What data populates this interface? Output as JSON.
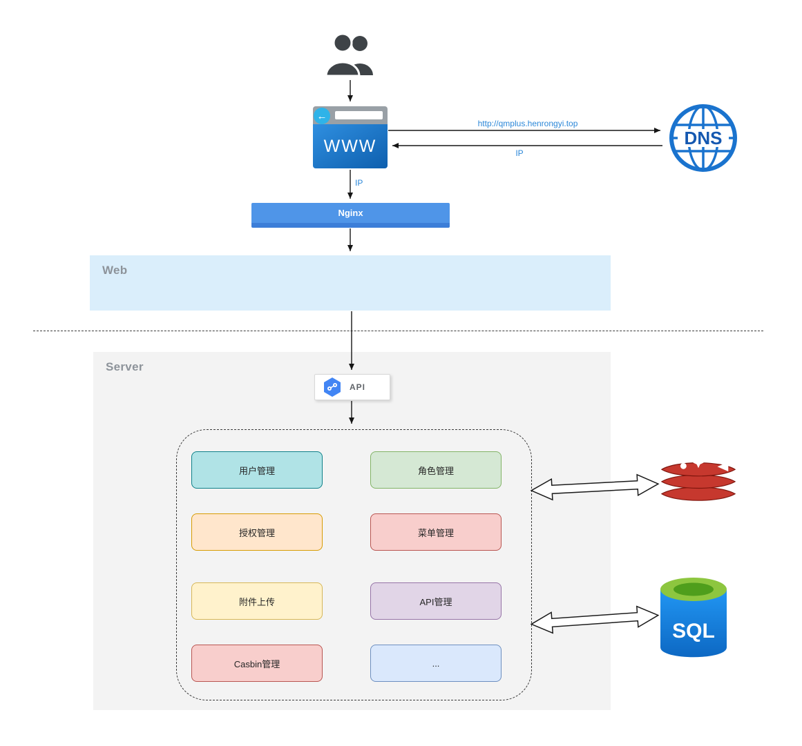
{
  "nodes": {
    "users": {
      "name": "users"
    },
    "browser": {
      "label": "WWW"
    },
    "dns": {
      "label": "DNS"
    },
    "nginx": {
      "label": "Nginx",
      "fill": "#4f95e8",
      "edge": "#3c7ed8"
    },
    "api": {
      "label": "API"
    },
    "sql": {
      "label": "SQL"
    }
  },
  "edge_labels": {
    "browser_to_dns": "http://qmplus.henrongyi.top",
    "dns_to_browser": "IP",
    "browser_to_nginx": "IP"
  },
  "zones": {
    "web": {
      "label": "Web",
      "fill": "#daeefb"
    },
    "server": {
      "label": "Server",
      "fill": "#f3f3f3"
    }
  },
  "modules": [
    {
      "label": "用户管理",
      "fill": "#b0e3e6",
      "border": "#0e8088"
    },
    {
      "label": "角色管理",
      "fill": "#d5e8d4",
      "border": "#82b366"
    },
    {
      "label": "授权管理",
      "fill": "#ffe6cc",
      "border": "#d79b00"
    },
    {
      "label": "菜单管理",
      "fill": "#f8cecc",
      "border": "#b85450"
    },
    {
      "label": "附件上传",
      "fill": "#fff2cc",
      "border": "#d6b656"
    },
    {
      "label": "API管理",
      "fill": "#e1d5e7",
      "border": "#9673a6"
    },
    {
      "label": "Casbin管理",
      "fill": "#f8cecc",
      "border": "#b85450"
    },
    {
      "label": "...",
      "fill": "#dae8fc",
      "border": "#6c8ebf"
    }
  ],
  "colors": {
    "edge_label_blue": "#2b87d8",
    "zone_label_gray": "#8d939a",
    "dns_blue": "#1a73ce",
    "dns_text_blue": "#1558b0",
    "users_gray": "#3e4347",
    "browser_body_blue": "#1673c5",
    "redis_red": "#c6382e",
    "sql_body_blue": "#1a7fd4",
    "sql_top_green": "#8dc63f"
  }
}
